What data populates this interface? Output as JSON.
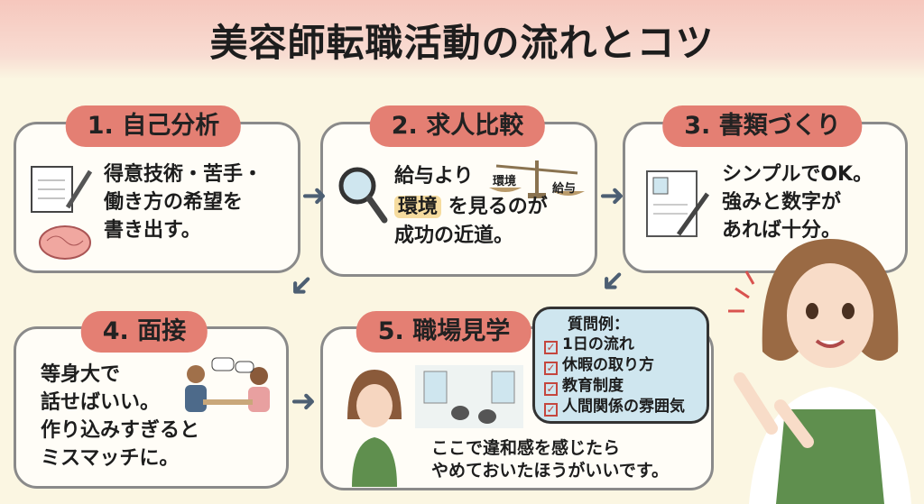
{
  "title": "美容師転職活動の流れとコツ",
  "steps": [
    {
      "label": "1. 自己分析",
      "lines": [
        "得意技術・苦手・",
        "働き方の希望を",
        "書き出す。"
      ]
    },
    {
      "label": "2. 求人比較",
      "lines": [
        "給与より",
        "を見るのが",
        "成功の近道。"
      ],
      "highlight": "環境",
      "scale_left": "環境",
      "scale_right": "給与"
    },
    {
      "label": "3. 書類づくり",
      "lines": [
        "シンプルでOK。",
        "強みと数字が",
        "あれば十分。"
      ]
    },
    {
      "label": "4. 面接",
      "lines": [
        "等身大で",
        "話せばいい。",
        "作り込みすぎると",
        "ミスマッチに。"
      ]
    },
    {
      "label": "5. 職場見学",
      "lines": [
        "ここで違和感を感じたら",
        "やめておいたほうがいいです。"
      ]
    }
  ],
  "bubble": {
    "heading": "質問例：",
    "items": [
      "1日の流れ",
      "休暇の取り方",
      "教育制度",
      "人間関係の雰囲気"
    ]
  },
  "colors": {
    "pill": "#e47f73",
    "bg": "#fbf6e2",
    "bubble": "#cfe6ef",
    "arrow": "#4d5f73"
  }
}
